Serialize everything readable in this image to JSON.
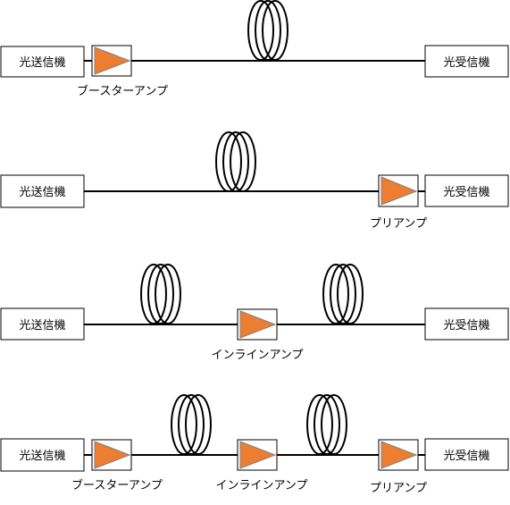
{
  "colors": {
    "amp_fill": "#ED7D31",
    "line": "#000000",
    "box_border": "#000000",
    "background": "#FFFFFF"
  },
  "icons": {
    "amplifier": "triangle-amplifier-icon",
    "fiber": "fiber-coil-icon"
  },
  "rows": [
    {
      "transmitter": "光送信機",
      "receiver": "光受信機",
      "amplifiers": [
        {
          "label": "ブースターアンプ"
        }
      ]
    },
    {
      "transmitter": "光送信機",
      "receiver": "光受信機",
      "amplifiers": [
        {
          "label": "プリアンプ"
        }
      ]
    },
    {
      "transmitter": "光送信機",
      "receiver": "光受信機",
      "amplifiers": [
        {
          "label": "インラインアンプ"
        }
      ]
    },
    {
      "transmitter": "光送信機",
      "receiver": "光受信機",
      "amplifiers": [
        {
          "label": "ブースターアンプ"
        },
        {
          "label": "インラインアンプ"
        },
        {
          "label": "プリアンプ"
        }
      ]
    }
  ]
}
